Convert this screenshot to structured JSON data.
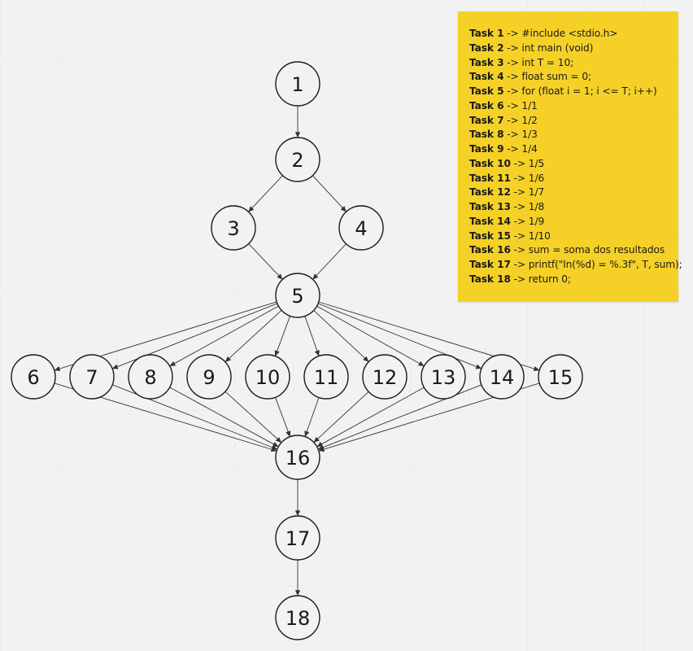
{
  "colors": {
    "background": "#f2f2f2",
    "grid": "#e6e6e6",
    "node_fill": "#f2f2f2",
    "node_stroke": "#1a1a1a",
    "edge": "#333333",
    "sticky_note": "#f5d128"
  },
  "nodes": [
    {
      "id": "1",
      "label": "1"
    },
    {
      "id": "2",
      "label": "2"
    },
    {
      "id": "3",
      "label": "3"
    },
    {
      "id": "4",
      "label": "4"
    },
    {
      "id": "5",
      "label": "5"
    },
    {
      "id": "6",
      "label": "6"
    },
    {
      "id": "7",
      "label": "7"
    },
    {
      "id": "8",
      "label": "8"
    },
    {
      "id": "9",
      "label": "9"
    },
    {
      "id": "10",
      "label": "10"
    },
    {
      "id": "11",
      "label": "11"
    },
    {
      "id": "12",
      "label": "12"
    },
    {
      "id": "13",
      "label": "13"
    },
    {
      "id": "14",
      "label": "14"
    },
    {
      "id": "15",
      "label": "15"
    },
    {
      "id": "16",
      "label": "16"
    },
    {
      "id": "17",
      "label": "17"
    },
    {
      "id": "18",
      "label": "18"
    }
  ],
  "edges": [
    [
      "1",
      "2"
    ],
    [
      "2",
      "3"
    ],
    [
      "2",
      "4"
    ],
    [
      "3",
      "5"
    ],
    [
      "4",
      "5"
    ],
    [
      "5",
      "6"
    ],
    [
      "5",
      "7"
    ],
    [
      "5",
      "8"
    ],
    [
      "5",
      "9"
    ],
    [
      "5",
      "10"
    ],
    [
      "5",
      "11"
    ],
    [
      "5",
      "12"
    ],
    [
      "5",
      "13"
    ],
    [
      "5",
      "14"
    ],
    [
      "5",
      "15"
    ],
    [
      "6",
      "16"
    ],
    [
      "7",
      "16"
    ],
    [
      "8",
      "16"
    ],
    [
      "9",
      "16"
    ],
    [
      "10",
      "16"
    ],
    [
      "11",
      "16"
    ],
    [
      "12",
      "16"
    ],
    [
      "13",
      "16"
    ],
    [
      "14",
      "16"
    ],
    [
      "15",
      "16"
    ],
    [
      "16",
      "17"
    ],
    [
      "17",
      "18"
    ]
  ],
  "tasks": [
    {
      "label": "Task 1",
      "separator": " -> ",
      "text": "#include <stdio.h>"
    },
    {
      "label": "Task 2",
      "separator": " -> ",
      "text": "int main (void)"
    },
    {
      "label": "Task 3",
      "separator": " -> ",
      "text": "int T = 10;"
    },
    {
      "label": "Task 4",
      "separator": " -> ",
      "text": "float sum = 0;"
    },
    {
      "label": "Task 5",
      "separator": " -> ",
      "text": "for (float i = 1; i <= T; i++)"
    },
    {
      "label": "Task 6",
      "separator": " -> ",
      "text": "1/1"
    },
    {
      "label": "Task 7",
      "separator": " -> ",
      "text": "1/2"
    },
    {
      "label": "Task 8",
      "separator": " -> ",
      "text": "1/3"
    },
    {
      "label": "Task 9",
      "separator": " -> ",
      "text": "1/4"
    },
    {
      "label": "Task 10",
      "separator": " -> ",
      "text": "1/5"
    },
    {
      "label": "Task 11",
      "separator": " -> ",
      "text": "1/6"
    },
    {
      "label": "Task 12",
      "separator": " -> ",
      "text": "1/7"
    },
    {
      "label": "Task 13",
      "separator": " -> ",
      "text": "1/8"
    },
    {
      "label": "Task 14",
      "separator": " -> ",
      "text": "1/9"
    },
    {
      "label": "Task 15",
      "separator": " -> ",
      "text": "1/10"
    },
    {
      "label": "Task 16",
      "separator": " -> ",
      "text": "sum = soma dos resultados"
    },
    {
      "label": "Task 17",
      "separator": " -> ",
      "text": "printf(\"ln(%d) = %.3f\", T, sum);"
    },
    {
      "label": "Task 18",
      "separator": " -> ",
      "text": "return 0;"
    }
  ]
}
